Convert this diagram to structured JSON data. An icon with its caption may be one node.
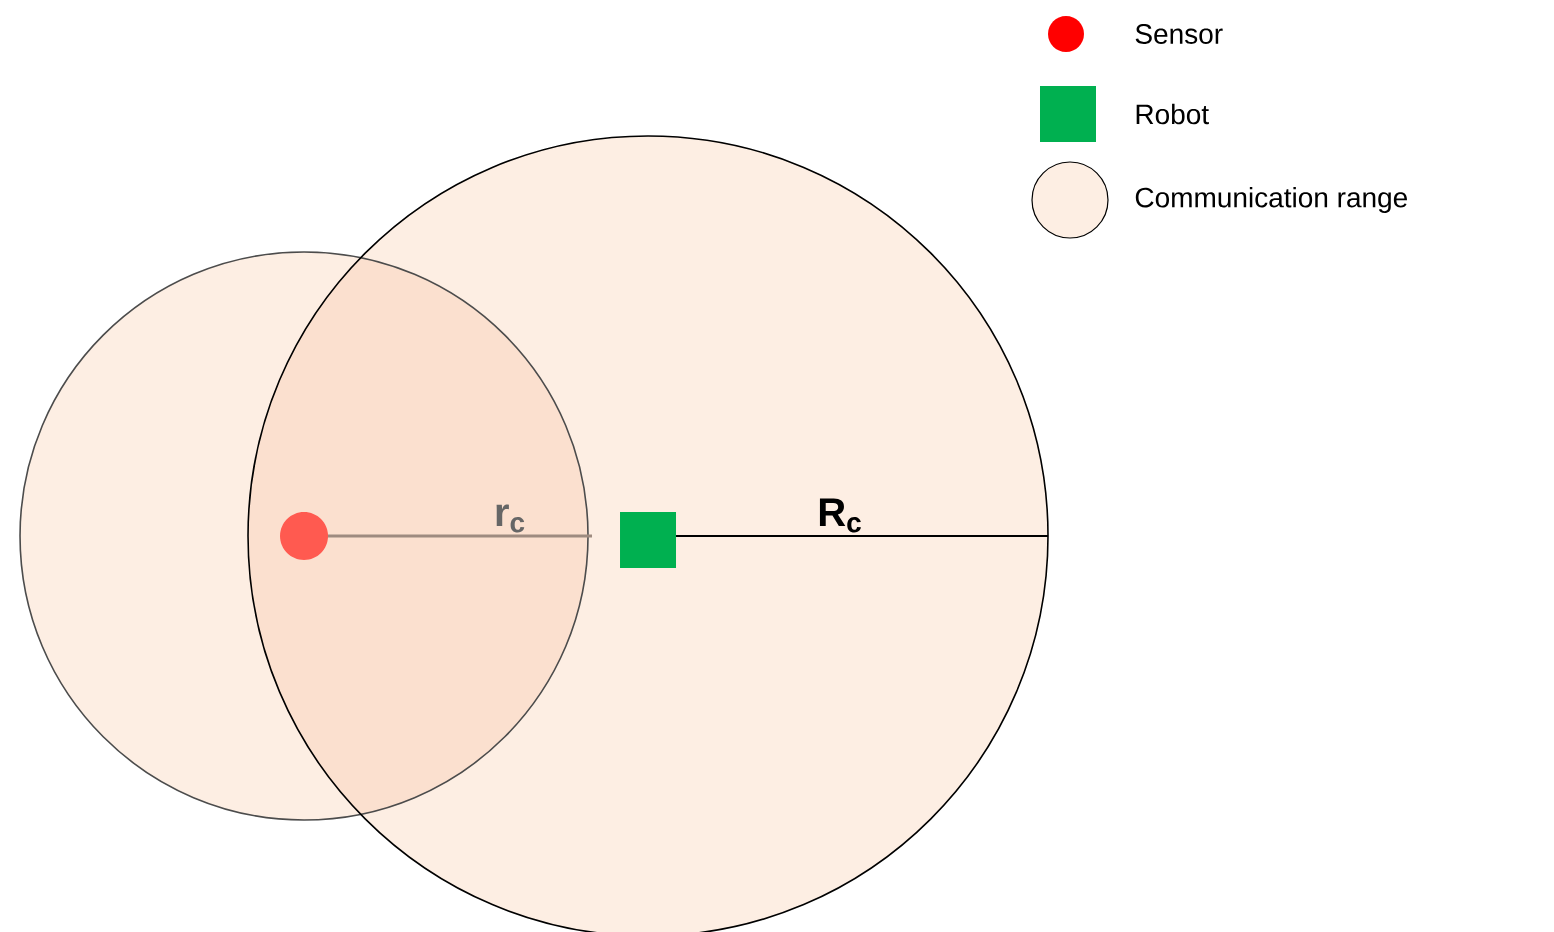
{
  "diagram": {
    "labels": [
      "r$_{c}$",
      "R$_{c}$"
    ],
    "legend": [
      {
        "text": "Sensor",
        "color": "#ff0000"
      },
      {
        "text": "Robot",
        "color": "#00b050"
      },
      {
        "text": "Communication range",
        "color": "#fdeee3"
      }
    ]
  }
}
